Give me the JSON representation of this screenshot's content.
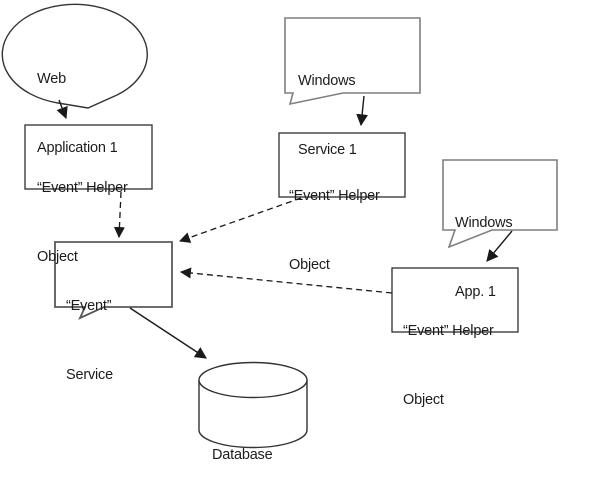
{
  "colors": {
    "box-border": "#2e2e2e",
    "callout-border": "#7f7f7f",
    "service-border": "#595959",
    "shape-border": "#333333",
    "line": "#1a1a1a",
    "text": "#1c1c1c",
    "background": "#ffffff"
  },
  "nodes": {
    "web_app": {
      "line1": "Web",
      "line2": "Application 1"
    },
    "helper1": {
      "line1": "“Event” Helper",
      "line2": "Object"
    },
    "win_service": {
      "line1": "Windows",
      "line2": "Service 1"
    },
    "helper2": {
      "line1": "“Event” Helper",
      "line2": "Object"
    },
    "win_app": {
      "line1": "Windows",
      "line2": "App. 1"
    },
    "helper3": {
      "line1": "“Event” Helper",
      "line2": "Object"
    },
    "event_service": {
      "line1": "“Event”",
      "line2": "Service"
    },
    "database": {
      "label": "Database"
    }
  }
}
